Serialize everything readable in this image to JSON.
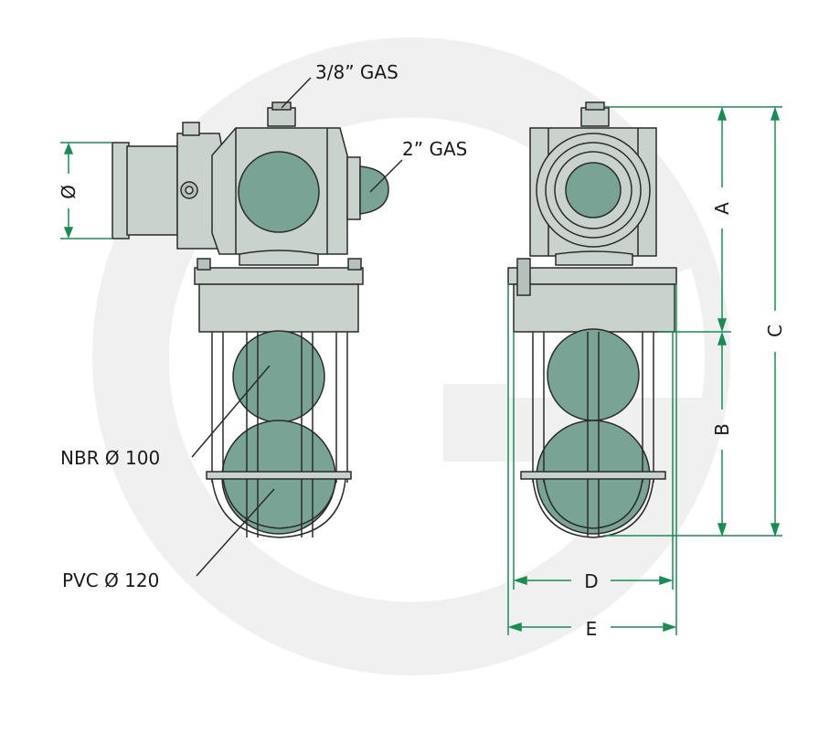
{
  "labels": {
    "thread_top": "3/8” GAS",
    "thread_side": "2” GAS",
    "inner_ball": "NBR Ø 100",
    "outer_ball": "PVC Ø 120"
  },
  "dimensions": {
    "diameter": "Ø",
    "a": "A",
    "b": "B",
    "c": "C",
    "d": "D",
    "e": "E"
  },
  "colors": {
    "body": "#c9d2cd",
    "ball": "#79a394",
    "ball_dark": "#5f8878",
    "outline": "#2b2b2b",
    "dimension": "#1b8a55",
    "watermark": "#efefef"
  }
}
